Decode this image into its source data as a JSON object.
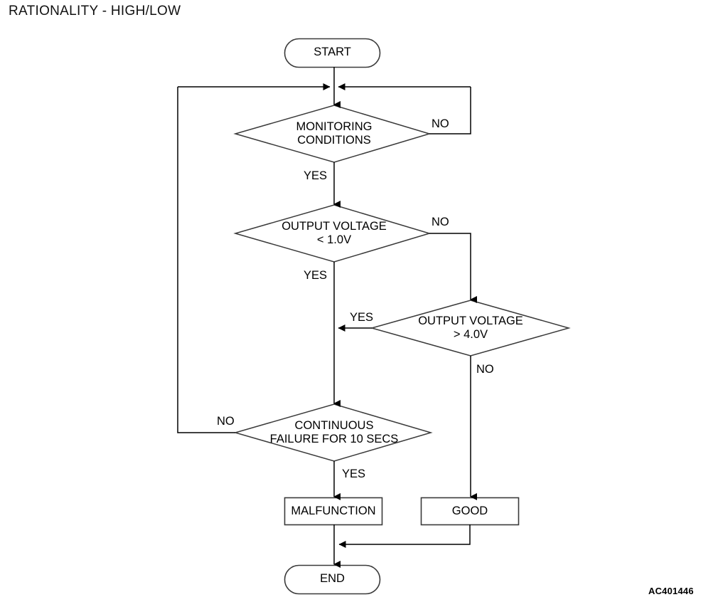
{
  "page": {
    "title": "RATIONALITY - HIGH/LOW",
    "figure_code": "AC401446",
    "stroke_color": "#000000",
    "fill_color": "#ffffff",
    "background": "#ffffff"
  },
  "flowchart": {
    "type": "flowchart",
    "nodes": [
      {
        "id": "start",
        "shape": "stadium",
        "label": "START"
      },
      {
        "id": "monitoring",
        "shape": "diamond",
        "label": "MONITORING\nCONDITIONS"
      },
      {
        "id": "voltage_low",
        "shape": "diamond",
        "label": "OUTPUT VOLTAGE\n< 1.0V"
      },
      {
        "id": "voltage_high",
        "shape": "diamond",
        "label": "OUTPUT VOLTAGE\n> 4.0V"
      },
      {
        "id": "continuous_failure",
        "shape": "diamond",
        "label": "CONTINUOUS\nFAILURE FOR 10 SECS"
      },
      {
        "id": "malfunction",
        "shape": "rect",
        "label": "MALFUNCTION"
      },
      {
        "id": "good",
        "shape": "rect",
        "label": "GOOD"
      },
      {
        "id": "end",
        "shape": "stadium",
        "label": "END"
      }
    ],
    "edge_labels": {
      "monitoring_no": "NO",
      "monitoring_yes": "YES",
      "voltage_low_no": "NO",
      "voltage_low_yes": "YES",
      "voltage_high_yes": "YES",
      "voltage_high_no": "NO",
      "failure_no": "NO",
      "failure_yes": "YES"
    },
    "edges": [
      {
        "from": "start",
        "to": "monitoring",
        "label": ""
      },
      {
        "from": "monitoring",
        "to": "junction_top",
        "label": "NO"
      },
      {
        "from": "monitoring",
        "to": "voltage_low",
        "label": "YES"
      },
      {
        "from": "voltage_low",
        "to": "voltage_high",
        "label": "NO"
      },
      {
        "from": "voltage_low",
        "to": "continuous_failure",
        "label": "YES"
      },
      {
        "from": "voltage_high",
        "to": "continuous_failure",
        "label": "YES"
      },
      {
        "from": "voltage_high",
        "to": "good",
        "label": "NO"
      },
      {
        "from": "continuous_failure",
        "to": "junction_top",
        "label": "NO"
      },
      {
        "from": "continuous_failure",
        "to": "malfunction",
        "label": "YES"
      },
      {
        "from": "malfunction",
        "to": "end",
        "label": ""
      },
      {
        "from": "good",
        "to": "end",
        "label": ""
      }
    ]
  }
}
